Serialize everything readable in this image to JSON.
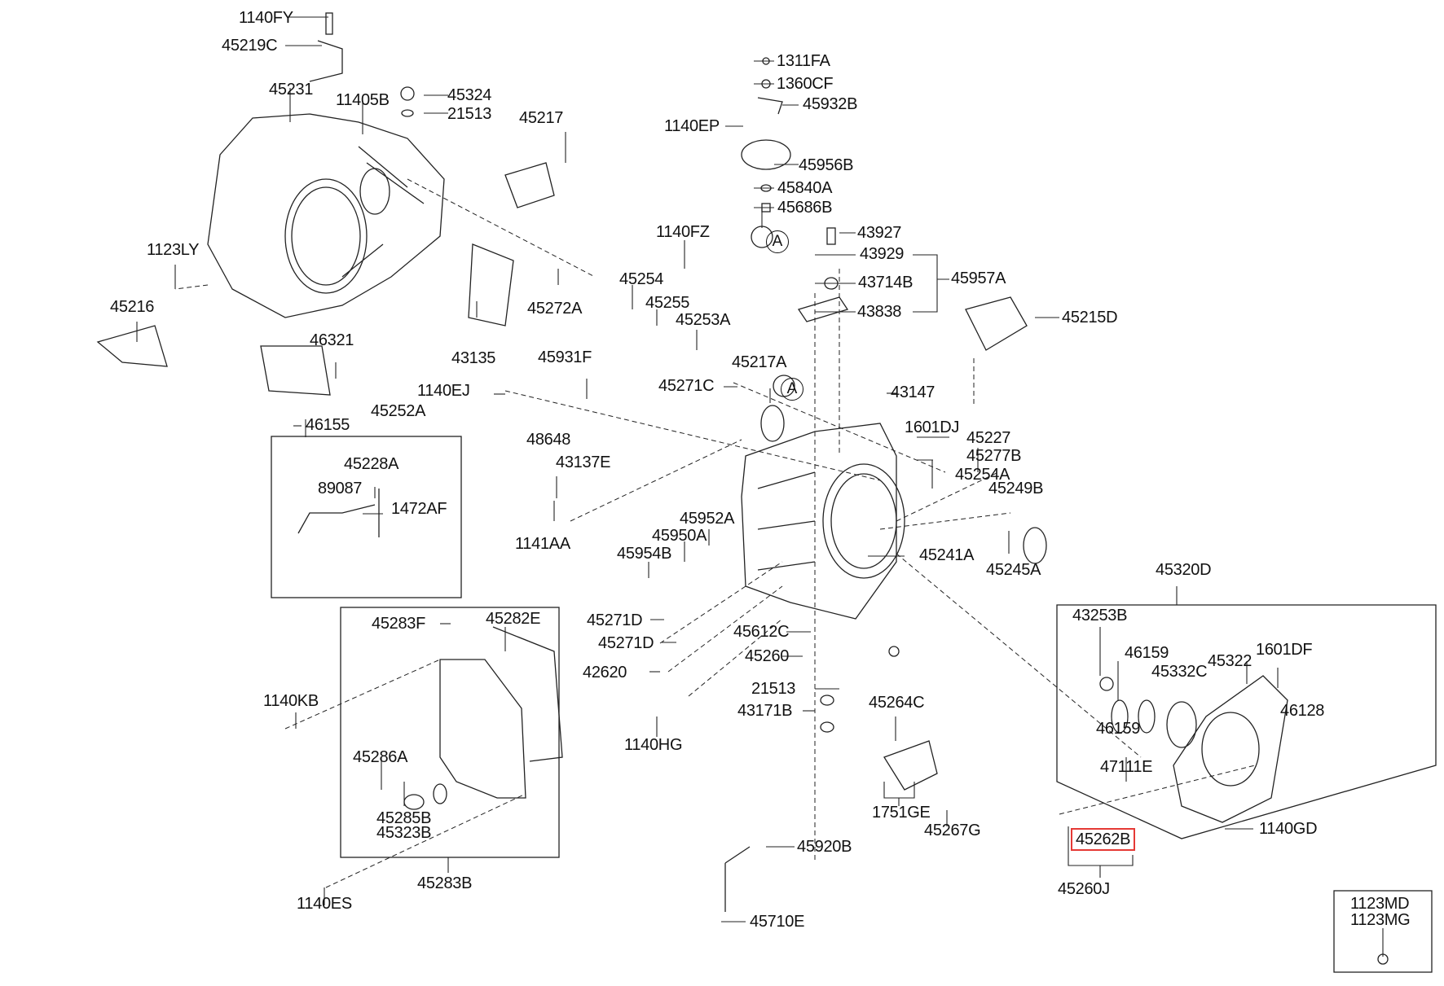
{
  "diagram": {
    "title": "Automatic Transaxle Case Parts Diagram",
    "highlighted_part": "45262B",
    "highlight_color": "#e53935",
    "reference_marker": "A",
    "labels": [
      {
        "id": "l1",
        "text": "1140FY"
      },
      {
        "id": "l2",
        "text": "45219C"
      },
      {
        "id": "l3",
        "text": "45231"
      },
      {
        "id": "l4",
        "text": "11405B"
      },
      {
        "id": "l5",
        "text": "45324"
      },
      {
        "id": "l6",
        "text": "21513"
      },
      {
        "id": "l7",
        "text": "45217"
      },
      {
        "id": "l8",
        "text": "1311FA"
      },
      {
        "id": "l9",
        "text": "1360CF"
      },
      {
        "id": "l10",
        "text": "45932B"
      },
      {
        "id": "l11",
        "text": "1140EP"
      },
      {
        "id": "l12",
        "text": "45956B"
      },
      {
        "id": "l13",
        "text": "45840A"
      },
      {
        "id": "l14",
        "text": "45686B"
      },
      {
        "id": "l15",
        "text": "1123LY"
      },
      {
        "id": "l16",
        "text": "1140FZ"
      },
      {
        "id": "l17",
        "text": "43927"
      },
      {
        "id": "l18",
        "text": "43929"
      },
      {
        "id": "l19",
        "text": "43714B"
      },
      {
        "id": "l20",
        "text": "45957A"
      },
      {
        "id": "l21",
        "text": "43838"
      },
      {
        "id": "l22",
        "text": "45215D"
      },
      {
        "id": "l23",
        "text": "45216"
      },
      {
        "id": "l24",
        "text": "45254"
      },
      {
        "id": "l25",
        "text": "45255"
      },
      {
        "id": "l26",
        "text": "45272A"
      },
      {
        "id": "l27",
        "text": "45253A"
      },
      {
        "id": "l28",
        "text": "43135"
      },
      {
        "id": "l29",
        "text": "46321"
      },
      {
        "id": "l30",
        "text": "45931F"
      },
      {
        "id": "l31",
        "text": "45217A"
      },
      {
        "id": "l32",
        "text": "1140EJ"
      },
      {
        "id": "l33",
        "text": "45271C"
      },
      {
        "id": "l34",
        "text": "43147"
      },
      {
        "id": "l35",
        "text": "46155"
      },
      {
        "id": "l36",
        "text": "45252A"
      },
      {
        "id": "l37",
        "text": "1601DJ"
      },
      {
        "id": "l38",
        "text": "48648"
      },
      {
        "id": "l39",
        "text": "45227"
      },
      {
        "id": "l40",
        "text": "45277B"
      },
      {
        "id": "l41",
        "text": "45228A"
      },
      {
        "id": "l42",
        "text": "43137E"
      },
      {
        "id": "l43",
        "text": "45254A"
      },
      {
        "id": "l44",
        "text": "89087"
      },
      {
        "id": "l45",
        "text": "1472AF"
      },
      {
        "id": "l46",
        "text": "45249B"
      },
      {
        "id": "l47",
        "text": "45952A"
      },
      {
        "id": "l48",
        "text": "1141AA"
      },
      {
        "id": "l49",
        "text": "45950A"
      },
      {
        "id": "l50",
        "text": "45954B"
      },
      {
        "id": "l51",
        "text": "45241A"
      },
      {
        "id": "l52",
        "text": "45245A"
      },
      {
        "id": "l53",
        "text": "45320D"
      },
      {
        "id": "l54",
        "text": "45283F"
      },
      {
        "id": "l55",
        "text": "45282E"
      },
      {
        "id": "l56",
        "text": "45271D"
      },
      {
        "id": "l57",
        "text": "45271D"
      },
      {
        "id": "l58",
        "text": "45612C"
      },
      {
        "id": "l59",
        "text": "45260"
      },
      {
        "id": "l60",
        "text": "43253B"
      },
      {
        "id": "l61",
        "text": "46159"
      },
      {
        "id": "l62",
        "text": "45322"
      },
      {
        "id": "l63",
        "text": "1601DF"
      },
      {
        "id": "l64",
        "text": "45332C"
      },
      {
        "id": "l65",
        "text": "42620"
      },
      {
        "id": "l66",
        "text": "1140KB"
      },
      {
        "id": "l67",
        "text": "21513"
      },
      {
        "id": "l68",
        "text": "43171B"
      },
      {
        "id": "l69",
        "text": "45264C"
      },
      {
        "id": "l70",
        "text": "46159"
      },
      {
        "id": "l71",
        "text": "46128"
      },
      {
        "id": "l72",
        "text": "1140HG"
      },
      {
        "id": "l73",
        "text": "45286A"
      },
      {
        "id": "l74",
        "text": "47111E"
      },
      {
        "id": "l75",
        "text": "45285B"
      },
      {
        "id": "l76",
        "text": "45323B"
      },
      {
        "id": "l77",
        "text": "1751GE"
      },
      {
        "id": "l78",
        "text": "45267G"
      },
      {
        "id": "l79",
        "text": "1140GD"
      },
      {
        "id": "l80",
        "text": "45262B"
      },
      {
        "id": "l81",
        "text": "45920B"
      },
      {
        "id": "l82",
        "text": "45283B"
      },
      {
        "id": "l83",
        "text": "45260J"
      },
      {
        "id": "l84",
        "text": "1140ES"
      },
      {
        "id": "l85",
        "text": "45710E"
      },
      {
        "id": "l86",
        "text": "1123MD"
      },
      {
        "id": "l87",
        "text": "1123MG"
      }
    ]
  }
}
